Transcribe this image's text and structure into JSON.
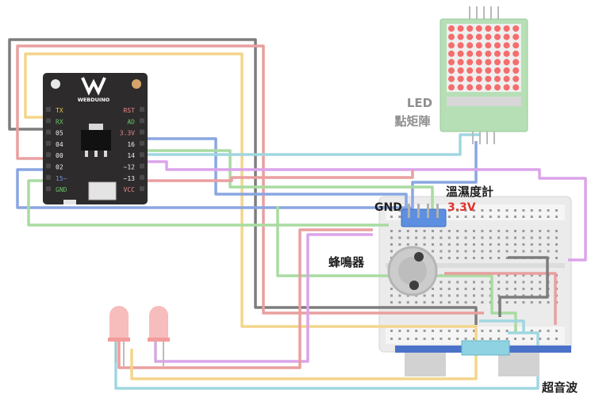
{
  "board": {
    "brand": "WEBDUINO",
    "left_pins": [
      "TX",
      "RX",
      "05",
      "04",
      "00",
      "02",
      "15~",
      "GND"
    ],
    "right_pins": [
      "RST",
      "AD",
      "3.3V",
      "16",
      "14",
      "~12",
      "~13",
      "VCC"
    ]
  },
  "labels": {
    "led_matrix": "LED",
    "led_matrix_sub": "點矩陣",
    "humidity": "溫濕度計",
    "gnd": "GND",
    "v33": "3.3V",
    "buzzer": "蜂鳴器",
    "ultrasonic": "超音波"
  },
  "colors": {
    "board": "#2b2a2a",
    "red_wire": "#e8a0a0",
    "yellow_wire": "#f2d68a",
    "blue_wire": "#7f9ee0",
    "green_wire": "#a8dca0",
    "cyan_wire": "#9ad6e0",
    "purple_wire": "#d8a0e8",
    "gray_wire": "#707070",
    "matrix_pcb": "#b5deb5",
    "led": "#f47a7a",
    "breadboard": "#ececec",
    "accent_red": "#e0312b"
  }
}
